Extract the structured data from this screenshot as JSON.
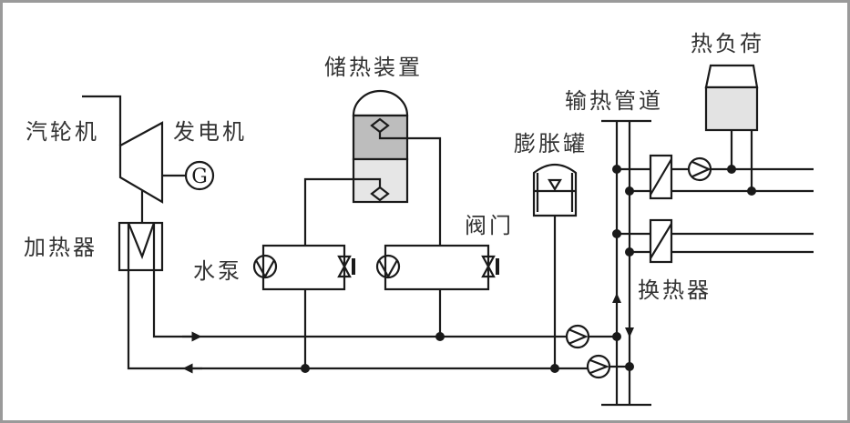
{
  "labels": {
    "turbine": "汽轮机",
    "generator": "发电机",
    "generator_symbol": "G",
    "heater": "加热器",
    "water_pump": "水泵",
    "storage": "储热装置",
    "valve": "阀门",
    "expansion_tank": "膨胀罐",
    "pipeline": "输热管道",
    "heat_load": "热负荷",
    "heat_exchanger": "换热器"
  },
  "colors": {
    "storage_hot": "#bdbdbd",
    "storage_cold": "#e6e6e6",
    "heat_load_fill": "#e3e3e3",
    "frame": "#9a9a9a"
  }
}
